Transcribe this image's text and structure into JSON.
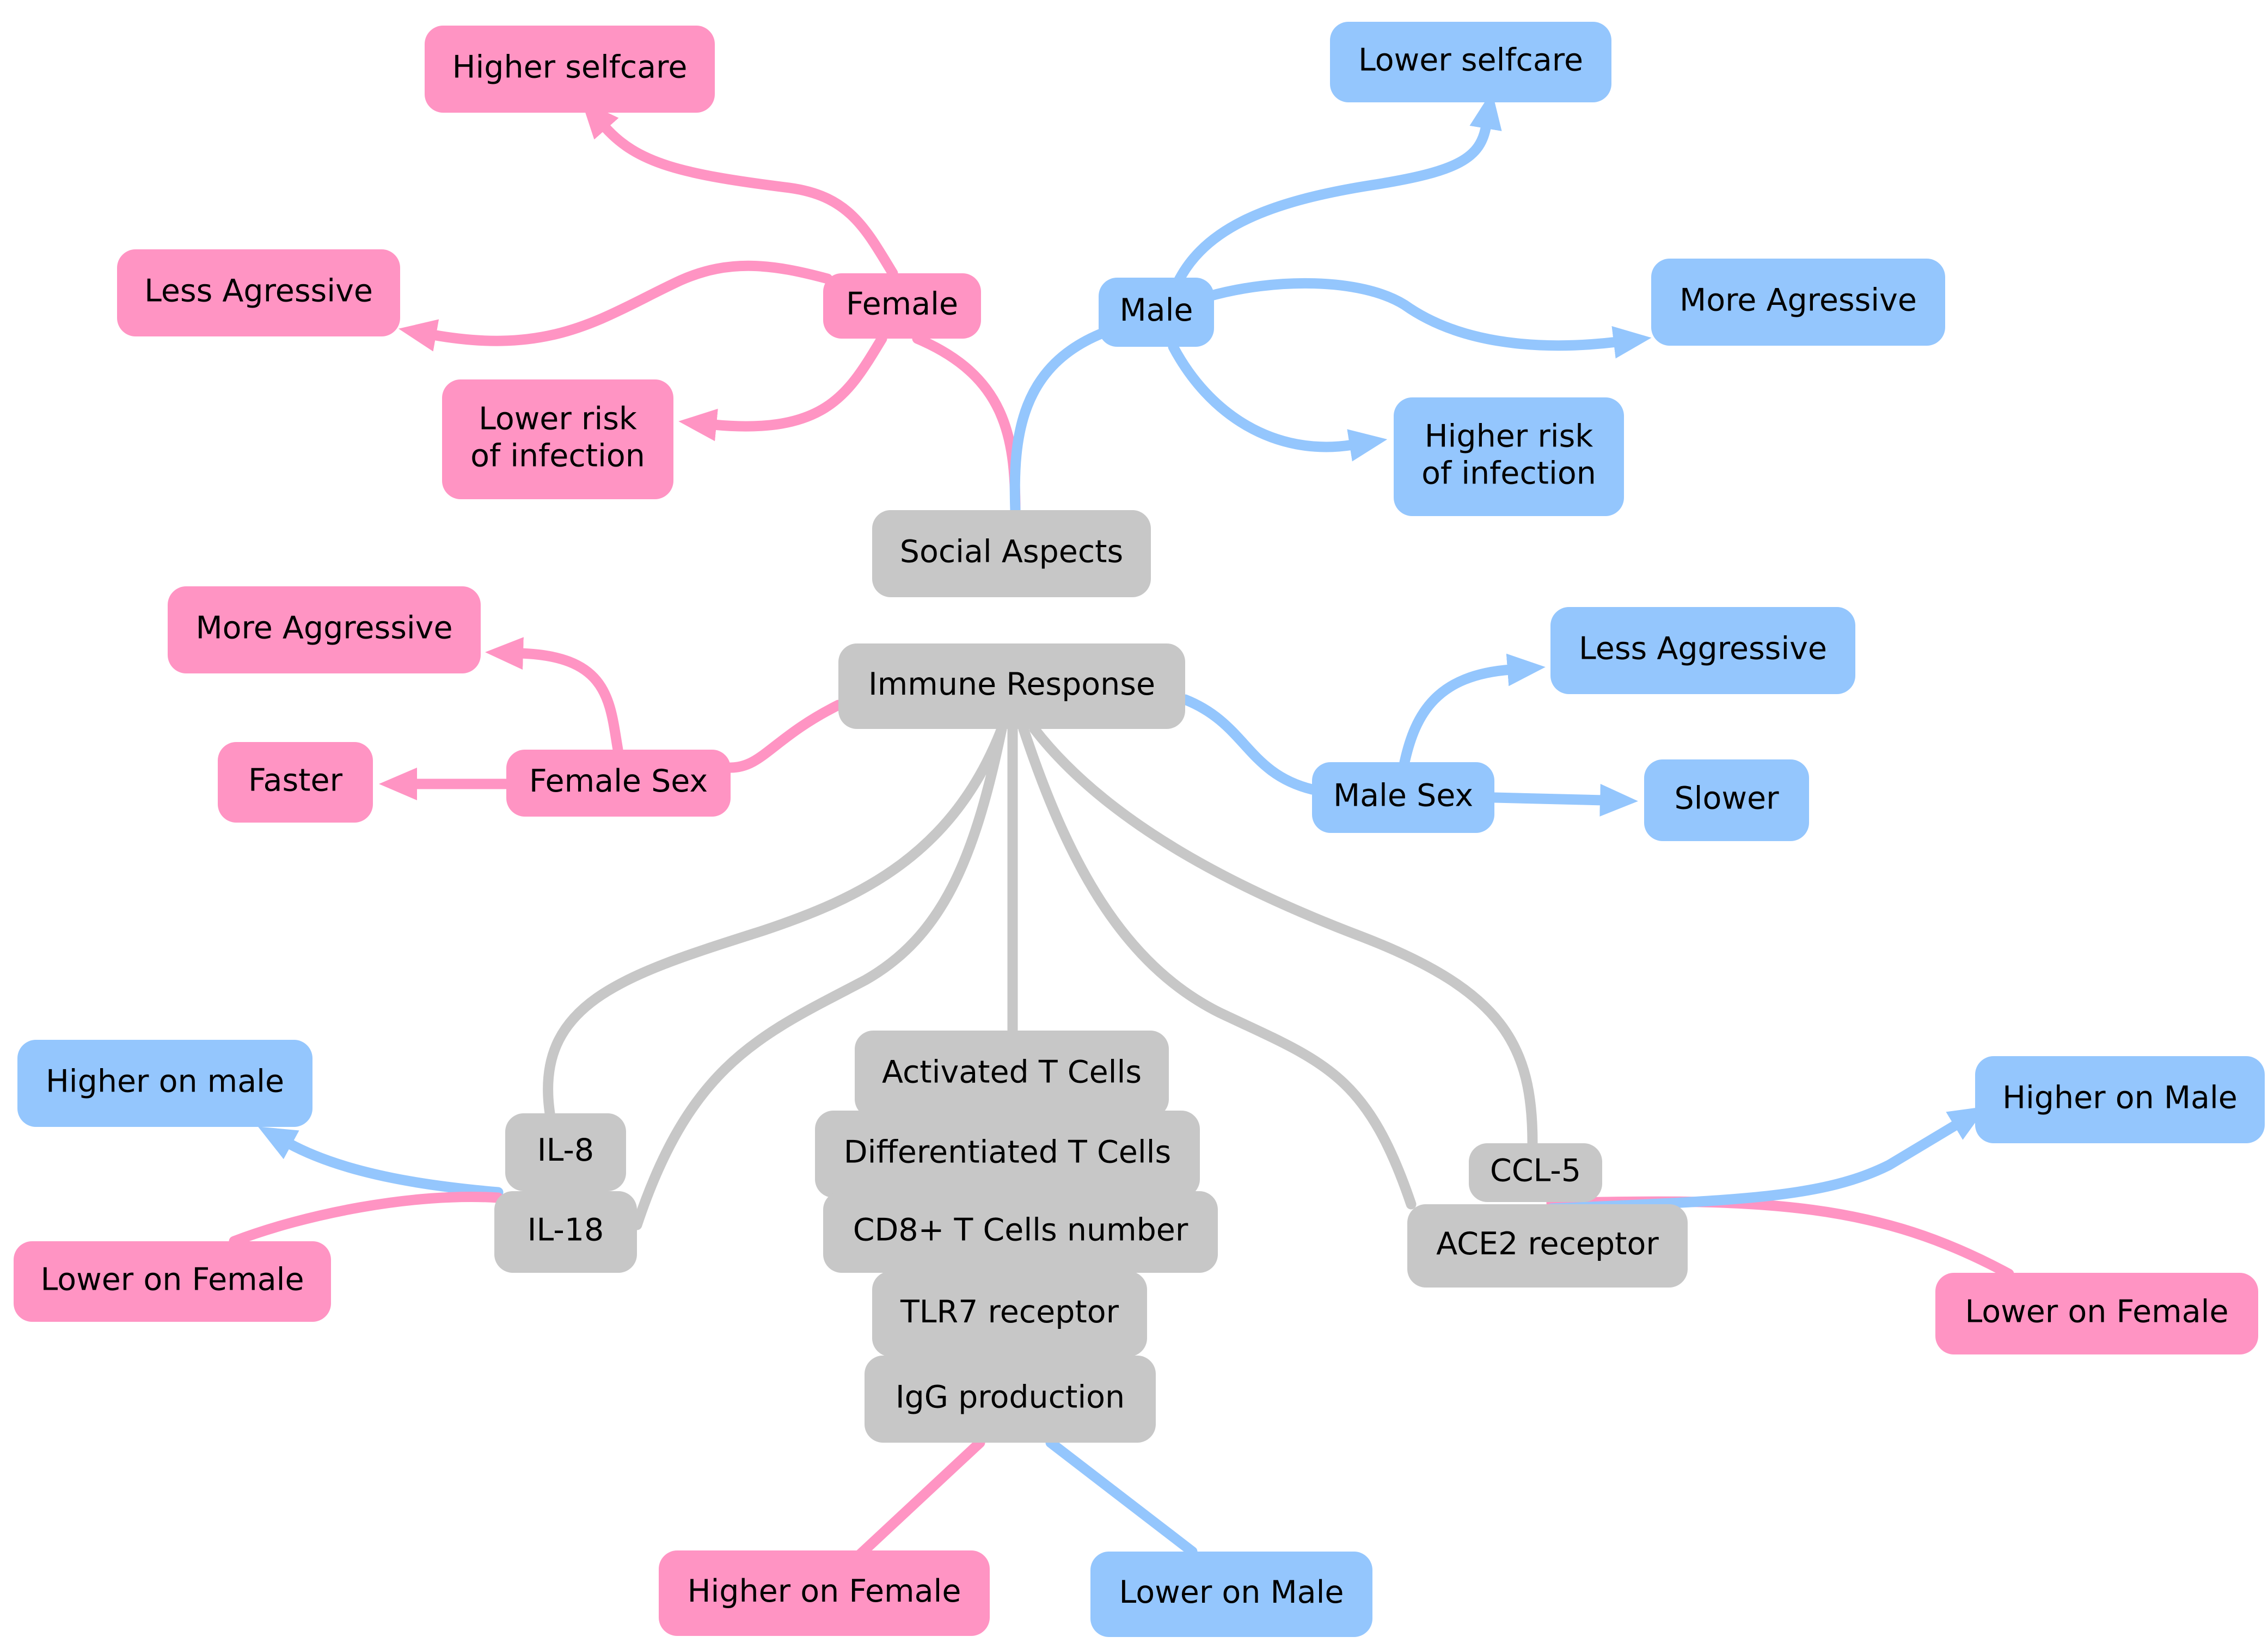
{
  "colors": {
    "female": "#ff94c3",
    "male": "#94c6fd",
    "neutral": "#c7c7c7",
    "text": "#000000",
    "background": "#ffffff"
  },
  "nodes": {
    "social_aspects": {
      "lines": [
        "Social Aspects"
      ],
      "group": "neutral"
    },
    "female": {
      "lines": [
        "Female"
      ],
      "group": "female"
    },
    "male": {
      "lines": [
        "Male"
      ],
      "group": "male"
    },
    "higher_selfcare": {
      "lines": [
        "Higher selfcare"
      ],
      "group": "female"
    },
    "less_agressive": {
      "lines": [
        "Less Agressive"
      ],
      "group": "female"
    },
    "lower_risk_infection": {
      "lines": [
        "Lower risk",
        "of infection"
      ],
      "group": "female"
    },
    "lower_selfcare": {
      "lines": [
        "Lower selfcare"
      ],
      "group": "male"
    },
    "more_agressive": {
      "lines": [
        "More Agressive"
      ],
      "group": "male"
    },
    "higher_risk_infection": {
      "lines": [
        "Higher risk",
        "of infection"
      ],
      "group": "male"
    },
    "immune_response": {
      "lines": [
        "Immune Response"
      ],
      "group": "neutral"
    },
    "female_sex": {
      "lines": [
        "Female Sex"
      ],
      "group": "female"
    },
    "more_aggressive_f": {
      "lines": [
        "More Aggressive"
      ],
      "group": "female"
    },
    "faster": {
      "lines": [
        "Faster"
      ],
      "group": "female"
    },
    "male_sex": {
      "lines": [
        "Male Sex"
      ],
      "group": "male"
    },
    "less_aggressive_m": {
      "lines": [
        "Less Aggressive"
      ],
      "group": "male"
    },
    "slower": {
      "lines": [
        "Slower"
      ],
      "group": "male"
    },
    "il8": {
      "lines": [
        "IL-8"
      ],
      "group": "neutral"
    },
    "il18": {
      "lines": [
        "IL-18"
      ],
      "group": "neutral"
    },
    "higher_on_male_left": {
      "lines": [
        "Higher on male"
      ],
      "group": "male"
    },
    "lower_on_female_left": {
      "lines": [
        "Lower on Female"
      ],
      "group": "female"
    },
    "activated_t": {
      "lines": [
        "Activated T Cells"
      ],
      "group": "neutral"
    },
    "differentiated_t": {
      "lines": [
        "Differentiated T Cells"
      ],
      "group": "neutral"
    },
    "cd8_t": {
      "lines": [
        "CD8+ T Cells number"
      ],
      "group": "neutral"
    },
    "tlr7": {
      "lines": [
        "TLR7 receptor"
      ],
      "group": "neutral"
    },
    "igg": {
      "lines": [
        "IgG production"
      ],
      "group": "neutral"
    },
    "higher_on_female_bottom": {
      "lines": [
        "Higher on Female"
      ],
      "group": "female"
    },
    "lower_on_male_bottom": {
      "lines": [
        "Lower on Male"
      ],
      "group": "male"
    },
    "ccl5": {
      "lines": [
        "CCL-5"
      ],
      "group": "neutral"
    },
    "ace2": {
      "lines": [
        "ACE2 receptor"
      ],
      "group": "neutral"
    },
    "higher_on_male_right": {
      "lines": [
        "Higher on Male"
      ],
      "group": "male"
    },
    "lower_on_female_right": {
      "lines": [
        "Lower on Female"
      ],
      "group": "female"
    }
  },
  "edges": [
    {
      "from": "social_aspects",
      "to": "female",
      "group": "female",
      "arrow": false
    },
    {
      "from": "social_aspects",
      "to": "male",
      "group": "male",
      "arrow": false
    },
    {
      "from": "female",
      "to": "higher_selfcare",
      "group": "female",
      "arrow": true
    },
    {
      "from": "female",
      "to": "less_agressive",
      "group": "female",
      "arrow": true
    },
    {
      "from": "female",
      "to": "lower_risk_infection",
      "group": "female",
      "arrow": true
    },
    {
      "from": "male",
      "to": "lower_selfcare",
      "group": "male",
      "arrow": true
    },
    {
      "from": "male",
      "to": "more_agressive",
      "group": "male",
      "arrow": true
    },
    {
      "from": "male",
      "to": "higher_risk_infection",
      "group": "male",
      "arrow": true
    },
    {
      "from": "immune_response",
      "to": "female_sex",
      "group": "female",
      "arrow": false
    },
    {
      "from": "female_sex",
      "to": "more_aggressive_f",
      "group": "female",
      "arrow": true
    },
    {
      "from": "female_sex",
      "to": "faster",
      "group": "female",
      "arrow": true
    },
    {
      "from": "immune_response",
      "to": "male_sex",
      "group": "male",
      "arrow": false
    },
    {
      "from": "male_sex",
      "to": "less_aggressive_m",
      "group": "male",
      "arrow": true
    },
    {
      "from": "male_sex",
      "to": "slower",
      "group": "male",
      "arrow": true
    },
    {
      "from": "immune_response",
      "to": "il8",
      "group": "neutral",
      "arrow": false
    },
    {
      "from": "immune_response",
      "to": "il18",
      "group": "neutral",
      "arrow": false
    },
    {
      "from": "immune_response",
      "to": "activated_t",
      "group": "neutral",
      "arrow": false
    },
    {
      "from": "immune_response",
      "to": "ace2",
      "group": "neutral",
      "arrow": false
    },
    {
      "from": "immune_response",
      "to": "ccl5",
      "group": "neutral",
      "arrow": false
    },
    {
      "from": "il18",
      "to": "higher_on_male_left",
      "group": "male",
      "arrow": true
    },
    {
      "from": "il18",
      "to": "lower_on_female_left",
      "group": "female",
      "arrow": false
    },
    {
      "from": "igg",
      "to": "higher_on_female_bottom",
      "group": "female",
      "arrow": false
    },
    {
      "from": "igg",
      "to": "lower_on_male_bottom",
      "group": "male",
      "arrow": false
    },
    {
      "from": "ace2",
      "to": "lower_on_female_right",
      "group": "female",
      "arrow": false
    },
    {
      "from": "ace2",
      "to": "higher_on_male_right",
      "group": "male",
      "arrow": true
    }
  ]
}
